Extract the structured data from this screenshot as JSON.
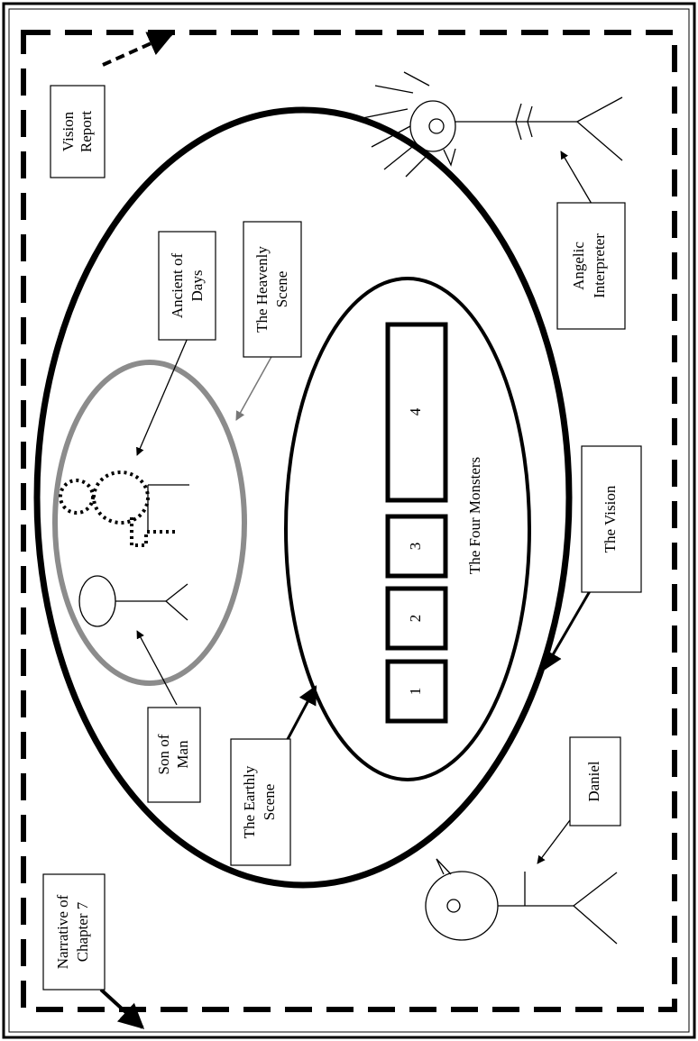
{
  "labels": {
    "vision_report": [
      "Vision",
      "Report"
    ],
    "narrative": [
      "Narrative of",
      "Chapter 7"
    ],
    "ancient_of_days": [
      "Ancient of",
      "Days"
    ],
    "heavenly_scene": [
      "The Heavenly",
      "Scene"
    ],
    "angelic_interpreter": [
      "Angelic",
      "Interpreter"
    ],
    "son_of_man": [
      "Son of",
      "Man"
    ],
    "earthly_scene": [
      "The Earthly",
      "Scene"
    ],
    "the_vision": "The Vision",
    "daniel": "Daniel",
    "four_monsters": "The Four Monsters"
  },
  "monsters": [
    "1",
    "2",
    "3",
    "4"
  ],
  "colors": {
    "ink": "#000000",
    "heavenly_ring": "#8c8c8c",
    "heavenly_arrow": "#777777",
    "background": "#ffffff"
  }
}
